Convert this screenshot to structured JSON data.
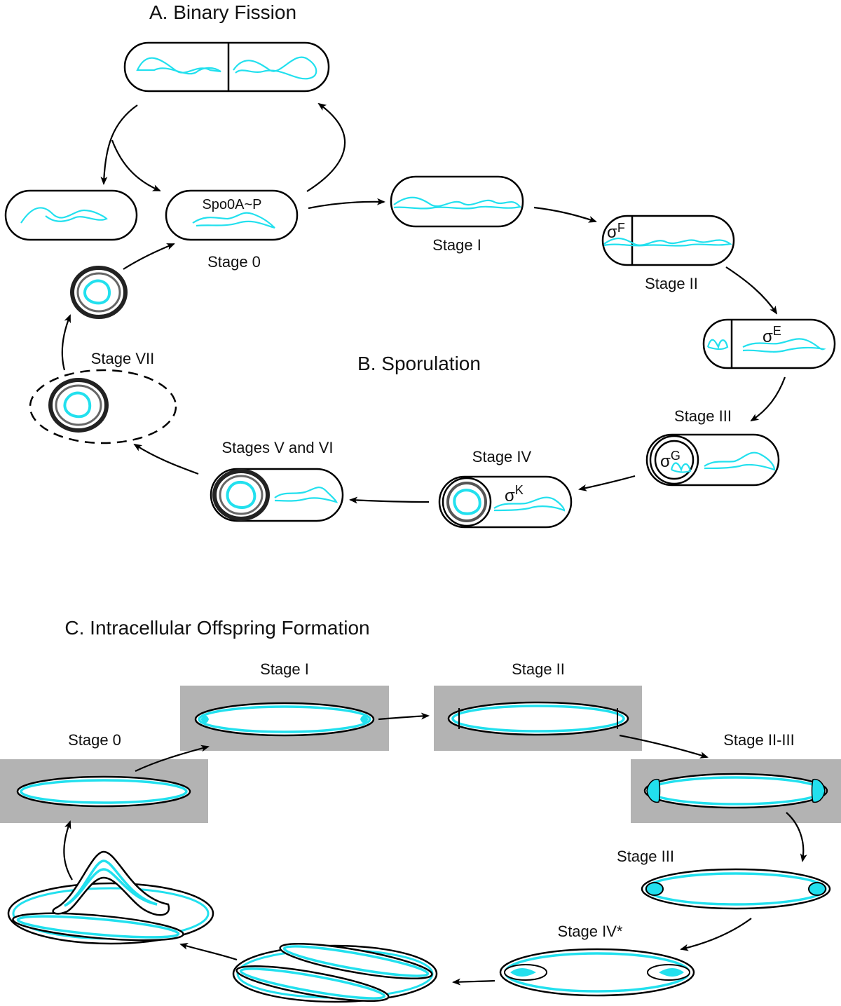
{
  "sections": {
    "binary_fission": "A. Binary Fission",
    "sporulation": "B. Sporulation",
    "intracellular": "C. Intracellular Offspring Formation"
  },
  "sporulation_labels": {
    "spo0a": "Spo0A~P",
    "stage0": "Stage 0",
    "stage1": "Stage I",
    "stage2": "Stage II",
    "stage3": "Stage III",
    "stage4": "Stage IV",
    "stage56": "Stages V and VI",
    "stage7": "Stage VII"
  },
  "sigma_factors": {
    "symbol": "σ",
    "f": "F",
    "e": "E",
    "g": "G",
    "k": "K"
  },
  "intracellular_labels": {
    "stage0": "Stage 0",
    "stage1": "Stage I",
    "stage2": "Stage II",
    "stage23": "Stage II-III",
    "stage3": "Stage III",
    "stage4": "Stage IV*"
  },
  "colors": {
    "dna": "#22e0ee",
    "panel": "#b3b3b3",
    "outline": "#000000"
  }
}
